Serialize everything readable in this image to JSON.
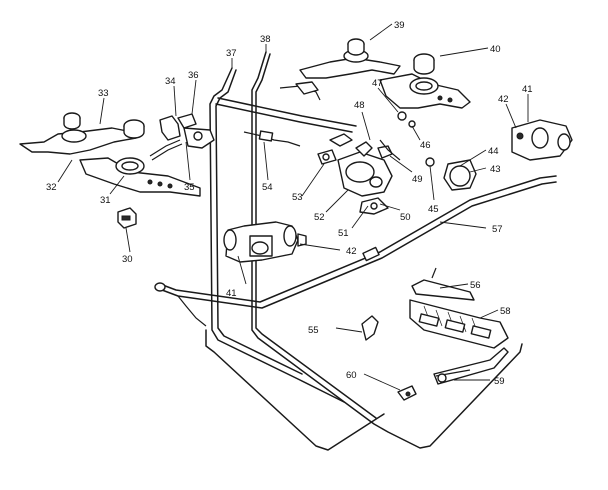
{
  "callouts": {
    "c30": "30",
    "c31": "31",
    "c32": "32",
    "c33": "33",
    "c34": "34",
    "c35": "35",
    "c36": "36",
    "c37": "37",
    "c38": "38",
    "c39": "39",
    "c40": "40",
    "c41a": "41",
    "c41b": "41",
    "c42a": "42",
    "c42b": "42",
    "c43": "43",
    "c44": "44",
    "c45": "45",
    "c46": "46",
    "c47": "47",
    "c48": "48",
    "c49": "49",
    "c50": "50",
    "c51": "51",
    "c52": "52",
    "c53": "53",
    "c54": "54",
    "c55": "55",
    "c56": "56",
    "c57": "57",
    "c58": "58",
    "c59": "59",
    "c60": "60"
  }
}
